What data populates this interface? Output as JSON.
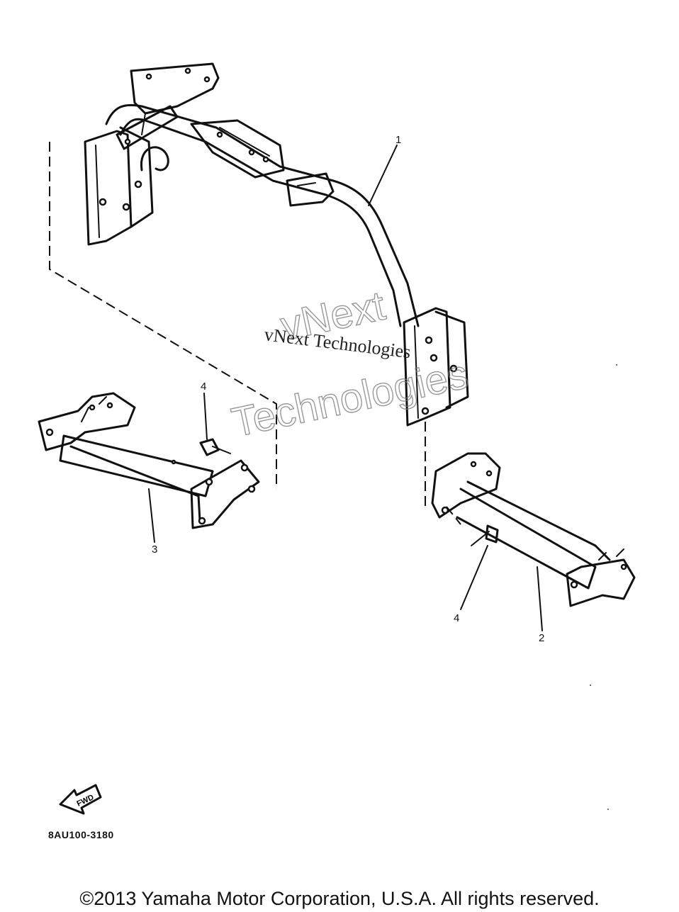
{
  "diagram": {
    "callouts": [
      {
        "id": "part-1",
        "label": "1"
      },
      {
        "id": "part-2",
        "label": "2"
      },
      {
        "id": "part-3",
        "label": "3"
      },
      {
        "id": "part-4a",
        "label": "4"
      },
      {
        "id": "part-4b",
        "label": "4"
      }
    ],
    "fwd_label": "FWD",
    "part_code": "8AU100-3180"
  },
  "watermark": {
    "line1": "vNext Technologies",
    "outline_top": "vNext",
    "outline_bottom": "Technologies"
  },
  "footer": {
    "copyright": "©2013 Yamaha Motor Corporation, U.S.A. All rights reserved."
  }
}
